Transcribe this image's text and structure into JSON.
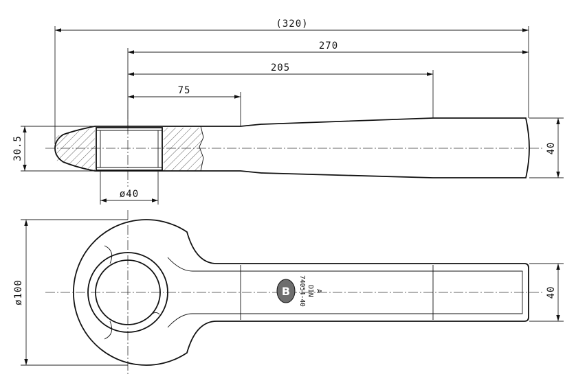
{
  "dimensions": {
    "overall_length": "(320)",
    "length_270": "270",
    "length_205": "205",
    "length_75": "75",
    "height_side": "30.5",
    "bore_diameter": "ø40",
    "shank_height_side": "40",
    "eye_diameter": "ø100",
    "shank_height_top": "40"
  },
  "marking": {
    "line1": "A",
    "line2": "DIN",
    "line3": "74054-40",
    "logo_letter": "B"
  },
  "colors": {
    "ink": "#111111",
    "logo_fill": "#6e6e6e"
  }
}
